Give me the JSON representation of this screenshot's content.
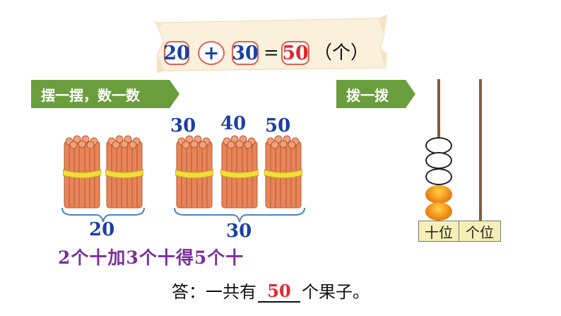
{
  "equation": {
    "a": "20",
    "op": "+",
    "b": "30",
    "eq": "=",
    "result": "50",
    "unit": "（个）"
  },
  "tags": {
    "arrange": "摆一摆，数一数",
    "abacus": "拨一拨"
  },
  "bundle_counts": [
    "30",
    "40",
    "50"
  ],
  "brace_labels": {
    "left": "20",
    "right": "30"
  },
  "sentence": [
    "2",
    "个十加",
    "3",
    "个十得",
    "5",
    "个十"
  ],
  "answer": {
    "prefix": "答：一共有",
    "value": "50",
    "suffix": "个果子。"
  },
  "abacus": {
    "places": [
      "十位",
      "个位"
    ],
    "tens_white_beads": 3,
    "tens_orange_beads": 2
  },
  "colors": {
    "blue": "#1c3fa3",
    "red": "#e3262c",
    "purple": "#7a2f9c",
    "green": "#6a9e3c",
    "stick": "#e9845a",
    "bead_orange": "#f59a1c"
  }
}
